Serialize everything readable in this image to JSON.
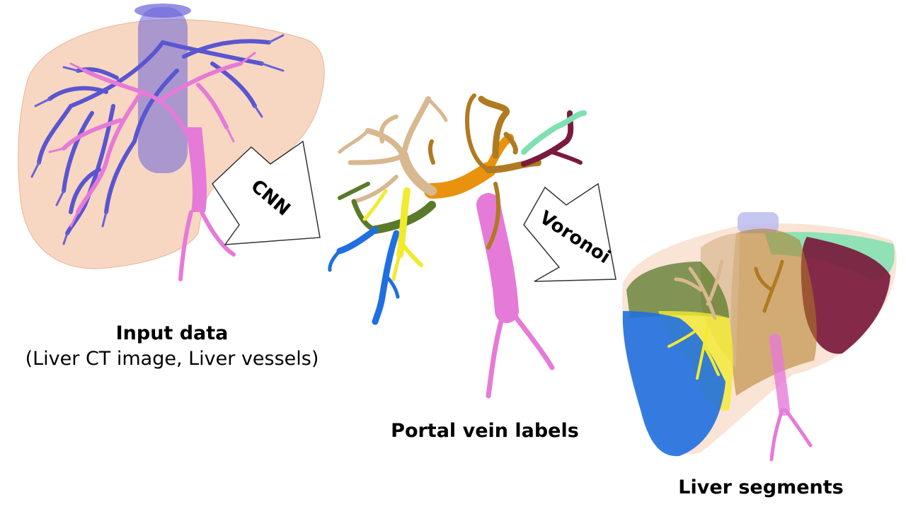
{
  "labels": {
    "input_title": "Input data",
    "input_subtitle": "(Liver CT image, Liver vessels)",
    "portal_title": "Portal vein labels",
    "segments_title": "Liver segments",
    "arrow_cnn": "CNN",
    "arrow_voronoi": "Voronoi"
  },
  "colors": {
    "liver_surface": "#f5c9ae",
    "hepatic_vein": "#6a63d8",
    "portal_vein_pink": "#e67ad8",
    "segment_blue": "#1f6fe0",
    "segment_yellow": "#f2ea2e",
    "segment_tan": "#d8b890",
    "segment_olive": "#5a7a2a",
    "segment_orange": "#e8920e",
    "segment_brown": "#b07a22",
    "segment_maroon": "#7a1a3c",
    "segment_mint": "#7ee0b0",
    "arrow_fill": "#ffffff",
    "arrow_stroke": "#333333"
  }
}
